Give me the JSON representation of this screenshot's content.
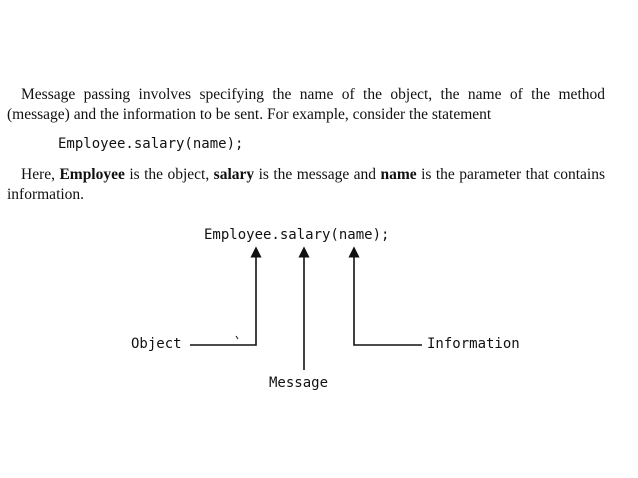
{
  "paragraph1": {
    "text": "Message passing involves specifying the name of the object, the name of the method (message) and the information to be sent. For example, consider the statement"
  },
  "statement1": "Employee.salary(name);",
  "paragraph2": {
    "part1": "Here, ",
    "bold1": "Employee",
    "part2": " is the object, ",
    "bold2": "salary",
    "part3": " is the message and ",
    "bold3": "name",
    "part4": " is the parameter that contains information."
  },
  "diagram": {
    "statement": "Employee.salary(name);",
    "labels": {
      "object": "Object",
      "message": "Message",
      "information": "Information"
    }
  }
}
